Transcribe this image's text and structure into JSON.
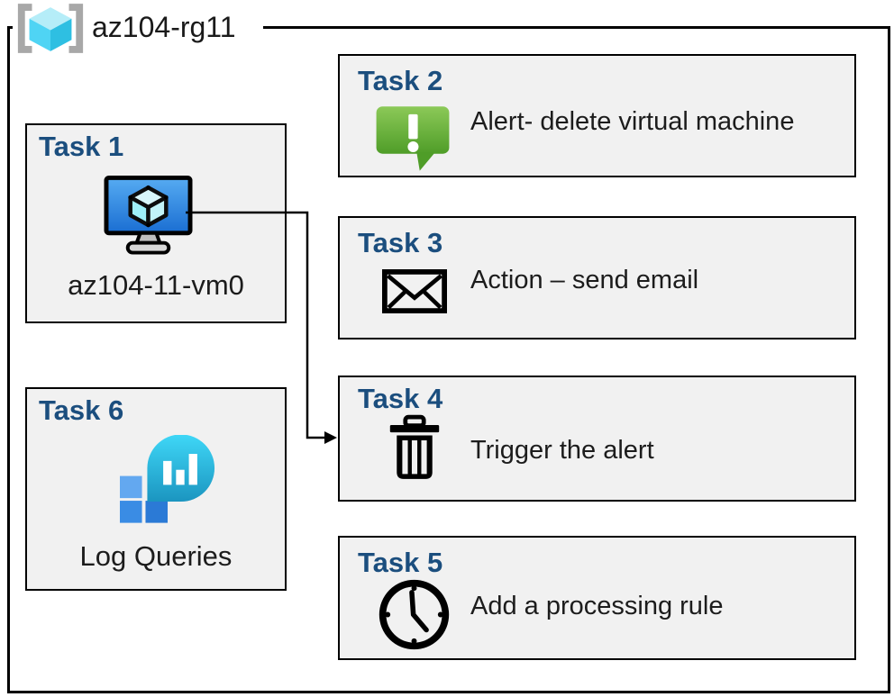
{
  "resource_group": {
    "label": "az104-rg11",
    "icon": "resource-group-icon"
  },
  "tasks": [
    {
      "header": "Task 1",
      "icon": "virtual-machine-icon",
      "label": "az104-11-vm0"
    },
    {
      "header": "Task 2",
      "icon": "alert-icon",
      "label": "Alert- delete virtual machine"
    },
    {
      "header": "Task 3",
      "icon": "email-icon",
      "label": "Action – send email"
    },
    {
      "header": "Task 4",
      "icon": "trash-icon",
      "label": "Trigger the alert"
    },
    {
      "header": "Task 5",
      "icon": "clock-icon",
      "label": "Add a processing rule"
    },
    {
      "header": "Task 6",
      "icon": "log-analytics-icon",
      "label": "Log Queries"
    }
  ],
  "arrow": {
    "from": "Task 1",
    "to": "Task 4"
  },
  "colors": {
    "task_header_blue": "#1b4e7e",
    "box_background": "#f1f1f1",
    "outline_black": "#000000",
    "alert_green": "#5aa52e",
    "vm_screen_blue": "#2e86e0",
    "log_bubble_cyan": "#2cc3e8",
    "log_square_blue": "#3787dd",
    "rg_cube_cyan": "#4fd4f4",
    "rg_bracket_gray": "#a8a8a8"
  }
}
